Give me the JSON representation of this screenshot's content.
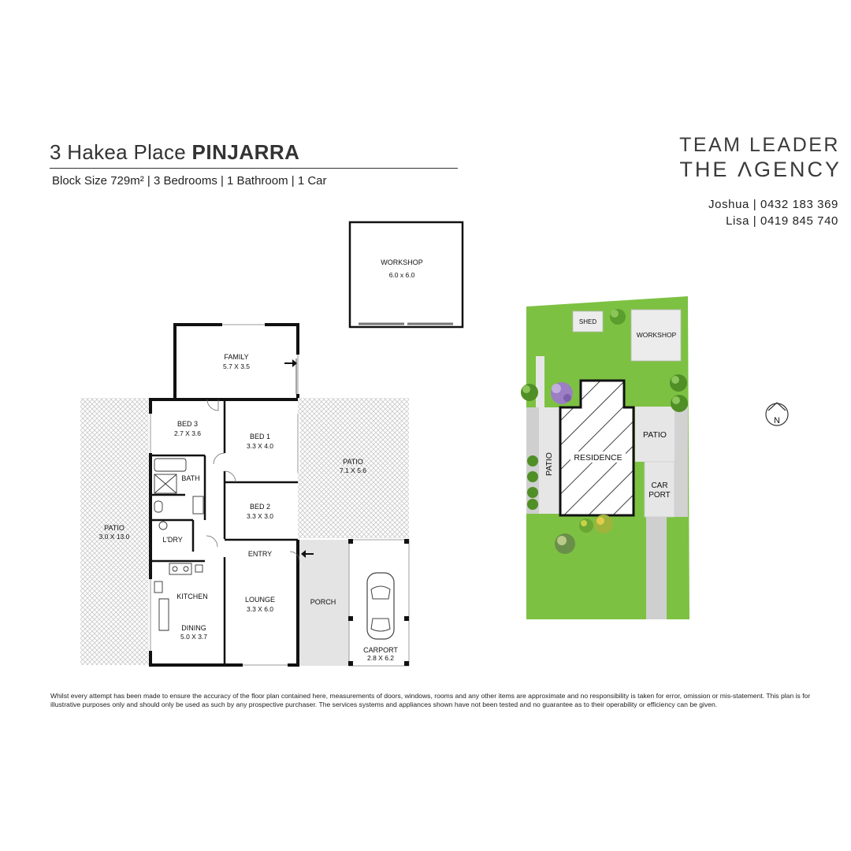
{
  "header": {
    "address_street": "3 Hakea Place",
    "address_suburb": "PINJARRA",
    "specs": "Block Size 729m² | 3 Bedrooms | 1 Bathroom  | 1 Car"
  },
  "brand": {
    "line1": "TEAM LEADER",
    "line2": "THE ΛGENCY",
    "contacts": [
      "Joshua | 0432 183 369",
      "Lisa | 0419 845 740"
    ]
  },
  "floor_plan": {
    "workshop": {
      "name": "WORKSHOP",
      "size": "6.0 x 6.0"
    },
    "family": {
      "name": "FAMILY",
      "size": "5.7 X 3.5"
    },
    "bed3": {
      "name": "BED 3",
      "size": "2.7 X 3.6"
    },
    "bed1": {
      "name": "BED 1",
      "size": "3.3 X 4.0"
    },
    "bed2": {
      "name": "BED 2",
      "size": "3.3 X 3.0"
    },
    "bath": {
      "name": "BATH"
    },
    "laundry": {
      "name": "L'DRY"
    },
    "kitchen": {
      "name": "KITCHEN"
    },
    "dining": {
      "name": "DINING",
      "size": "5.0 X 3.7"
    },
    "entry": {
      "name": "ENTRY"
    },
    "lounge": {
      "name": "LOUNGE",
      "size": "3.3 X 6.0"
    },
    "porch": {
      "name": "PORCH"
    },
    "carport": {
      "name": "CARPORT",
      "size": "2.8 X 6.2"
    },
    "patio_west": {
      "name": "PATIO",
      "size": "3.0 X 13.0"
    },
    "patio_east": {
      "name": "PATIO",
      "size": "7.1 X 5.6"
    }
  },
  "site_plan": {
    "shed": "SHED",
    "workshop": "WORKSHOP",
    "residence": "RESIDENCE",
    "patio_east": "PATIO",
    "patio_west": "PATIO",
    "carport_line1": "CAR",
    "carport_line2": "PORT",
    "north": "N"
  },
  "colors": {
    "lawn": "#7dc142",
    "wall": "#111111",
    "hatch": "#cfcfcf",
    "paving": "#e6e6e6"
  },
  "disclaimer": "Whilst every attempt has been made to ensure the accuracy of the floor plan contained here, measurements of doors, windows, rooms and any other items are approximate and no responsibility is taken for error, omission or mis-statement. This plan is for illustrative purposes only and should only be used as such by any prospective purchaser. The services systems and appliances shown have not been tested and no guarantee as to their operability or efficiency can be given."
}
